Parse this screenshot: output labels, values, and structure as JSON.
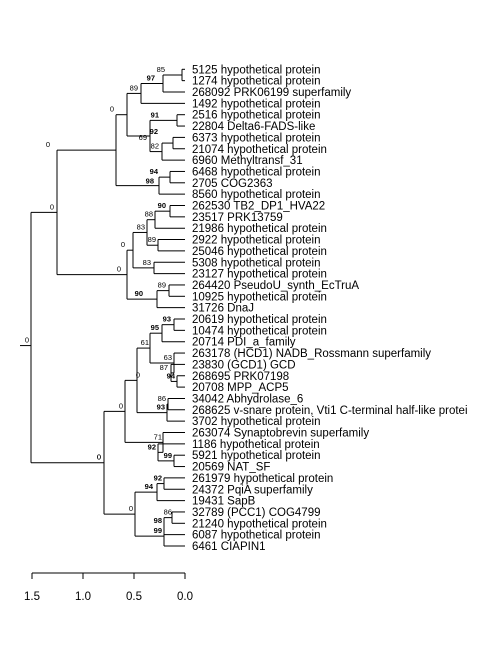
{
  "leaves": [
    "5125 hypothetical protein",
    "1274 hypothetical protein",
    "268092 PRK06199 superfamily",
    "1492 hypothetical protein",
    "2516 hypothetical protein",
    "22804 Delta6-FADS-like",
    "6373 hypothetical protein",
    "21074 hypothetical protein",
    "6960 Methyltransf_31",
    "6468 hypothetical protein",
    "2705 COG2363",
    "8560 hypothetical protein",
    "262530 TB2_DP1_HVA22",
    "23517 PRK13759",
    "21986 hypothetical protein",
    "2922 hypothetical protein",
    "25046 hypothetical protein",
    "5308 hypothetical protein",
    "23127 hypothetical protein",
    "264420 PseudoU_synth_EcTruA",
    "10925 hypothetical protein",
    "31726 DnaJ",
    "20619 hypothetical protein",
    "10474 hypothetical protein",
    "20714 PDI_a_family",
    "263178 (HCD1) NADB_Rossmann superfamily",
    "23830 (GCD1) GCD",
    "268695 PRK07198",
    "20708 MPP_ACP5",
    "34042 Abhydrolase_6",
    "268625 v-snare protein, Vti1 C-terminal half-like protei",
    "3702 hypothetical protein",
    "263074 Synaptobrevin superfamily",
    "1186 hypothetical protein",
    "5921 hypothetical protein",
    "20569 NAT_SF",
    "261979 hypothetical protein",
    "24372 PqiA superfamily",
    "19431 SapB",
    "32789 (PCC1) COG4799",
    "21240 hypothetical protein",
    "6087 hypothetical protein",
    "6461 CIAPIN1"
  ],
  "supports": [
    {
      "v": "85",
      "bold": false
    },
    {
      "v": "97",
      "bold": true
    },
    {
      "v": "89",
      "bold": false
    },
    {
      "v": "91",
      "bold": true
    },
    {
      "v": "69",
      "bold": false
    },
    {
      "v": "92",
      "bold": true
    },
    {
      "v": "82",
      "bold": false
    },
    {
      "v": "0",
      "bold": false
    },
    {
      "v": "94",
      "bold": true
    },
    {
      "v": "98",
      "bold": true
    },
    {
      "v": "0",
      "bold": false
    },
    {
      "v": "90",
      "bold": true
    },
    {
      "v": "88",
      "bold": false
    },
    {
      "v": "83",
      "bold": false
    },
    {
      "v": "89",
      "bold": false
    },
    {
      "v": "0",
      "bold": false
    },
    {
      "v": "83",
      "bold": false
    },
    {
      "v": "0",
      "bold": false
    },
    {
      "v": "89",
      "bold": false
    },
    {
      "v": "90",
      "bold": true
    },
    {
      "v": "0",
      "bold": false
    },
    {
      "v": "93",
      "bold": true
    },
    {
      "v": "95",
      "bold": true
    },
    {
      "v": "61",
      "bold": false
    },
    {
      "v": "63",
      "bold": false
    },
    {
      "v": "87",
      "bold": false
    },
    {
      "v": "94",
      "bold": true
    },
    {
      "v": "0",
      "bold": false
    },
    {
      "v": "86",
      "bold": false
    },
    {
      "v": "93",
      "bold": true
    },
    {
      "v": "0",
      "bold": false
    },
    {
      "v": "71",
      "bold": false
    },
    {
      "v": "92",
      "bold": true
    },
    {
      "v": "99",
      "bold": true
    },
    {
      "v": "0",
      "bold": false
    },
    {
      "v": "92",
      "bold": true
    },
    {
      "v": "94",
      "bold": true
    },
    {
      "v": "86",
      "bold": false
    },
    {
      "v": "98",
      "bold": true
    },
    {
      "v": "99",
      "bold": true
    },
    {
      "v": "0",
      "bold": false
    },
    {
      "v": "0",
      "bold": false
    }
  ],
  "scale_ticks": [
    "1.5",
    "1.0",
    "0.5",
    "0.0"
  ]
}
